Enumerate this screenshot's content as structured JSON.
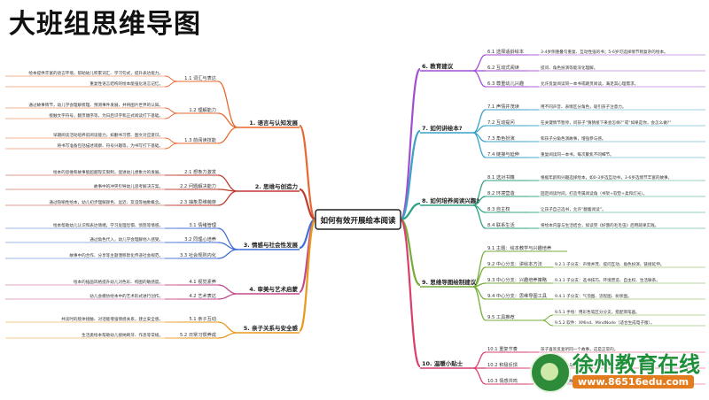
{
  "title": "大班组思维导图",
  "center": "如何有效开展绘本阅读",
  "watermark": {
    "name": "徐州教育在线",
    "url": "www.86516edu.com"
  },
  "left_branches": [
    {
      "label": "1. 语言与认知发展",
      "color": "#e9682f",
      "children": [
        {
          "label": "1.1 词汇与表达",
          "details": [
            "绘本提供丰富的语言环境，帮助幼儿积累词汇、学习句式，提升表达能力。",
            "重复性语言结构的绘本能强化语言记忆。"
          ]
        },
        {
          "label": "1.2 理解能力",
          "details": [
            "通过故事情节，幼儿学会理解梳理、预测事件发展，并将图片世界的认知。",
            "接触文字符号，翻页顺序等，为日后识字和正式阅读打下基础。"
          ]
        },
        {
          "label": "1.3 前阅读技能",
          "details": [
            "早期阅读活动培养前阅读能力，如翻书习惯、图文对应意识。",
            "将书写准备包括描述观察、符号兴趣等，为书写打下基础。"
          ]
        }
      ]
    },
    {
      "label": "2. 思维与创造力",
      "color": "#c03a2e",
      "children": [
        {
          "label": "2.1 想象力激发",
          "details": [
            "绘本的思维和故事能超越现实限制，促进幼儿想象力的发展。"
          ]
        },
        {
          "label": "2.2 问题解决能力",
          "details": [
            "故事中的冲突引导幼儿思考解决方案。"
          ]
        },
        {
          "label": "2.3 抽象思维萌芽",
          "details": [
            "通过隐喻性绘本，幼儿初步理解颜色、远近、友谊等抽象概念。"
          ]
        }
      ]
    },
    {
      "label": "3. 情感与社会性发展",
      "color": "#3f6fd6",
      "children": [
        {
          "label": "3.1 情绪管理",
          "details": [
            "绘本帮助幼儿认识和表达情绪，学习处理恐惧、愤怒等情感。"
          ]
        },
        {
          "label": "3.2 同理心培养",
          "details": [
            "通过角色代入，幼儿学会理解他人感受。"
          ]
        },
        {
          "label": "3.3 社会规则内化",
          "details": [
            "故事中的合作、分享等主题潜移默化传递社会规范。"
          ]
        }
      ]
    },
    {
      "label": "4. 审美与艺术启蒙",
      "color": "#c24a8f",
      "children": [
        {
          "label": "4.1 视觉素养",
          "details": [
            "绘本的插画风格提升幼儿对色彩、构图的敏感度。"
          ]
        },
        {
          "label": "4.2 艺术表达",
          "details": [
            "幼儿会模仿绘本中的艺术形式进行创作。"
          ]
        }
      ]
    },
    {
      "label": "5. 亲子关系与安全感",
      "color": "#e89a1c",
      "children": [
        {
          "label": "5.1 亲子互动",
          "details": [
            "共读时的肢体接触、对话能增强情感关系，建立安全感。"
          ]
        },
        {
          "label": "5.2 日常习惯养成",
          "details": [
            "生活类绘本帮助幼儿接纳刷牙、作息等常规。"
          ]
        }
      ]
    }
  ],
  "right_branches": [
    {
      "label": "6. 教育建议",
      "color": "#a24ed2",
      "children": [
        {
          "label": "6.1 选择适龄绘本",
          "details": [
            "3-4岁侧重叠句重复、互动性强的书；5-6岁可选择情节稍复杂的绘本。"
          ]
        },
        {
          "label": "6.2 互动式阅读",
          "details": [
            "提问、角色扮演等能深化理解。"
          ]
        },
        {
          "label": "6.3 尊重幼儿兴趣",
          "details": [
            "允许反复阅读同一本书或跳页阅读，满足其心理需求。"
          ]
        }
      ]
    },
    {
      "label": "7. 如何讲绘本?",
      "color": "#3aa0c8",
      "children": [
        {
          "label": "7.1 声情并茂读",
          "details": [
            "用不同声音、表情区分角色，吸引孩子注意力。"
          ]
        },
        {
          "label": "7.2 互动提问",
          "details": [
            "在关键情节暂停，问孩子“猜猜接下来会怎样?”或“如果是你，会怎么做?”"
          ]
        },
        {
          "label": "7.3 角色扮演",
          "details": [
            "和孩子分角色演故事，增强参与感。"
          ]
        },
        {
          "label": "7.4 链接与延伸",
          "details": [
            "重复阅读同一本书，每次聚焦不同细节。"
          ]
        }
      ]
    },
    {
      "label": "8. 如何培养阅读兴趣?",
      "color": "#2ea083",
      "children": [
        {
          "label": "8.1 选对书籍",
          "details": [
            "根据年龄和兴趣选择绘本，如0-3岁选互动书，3-6岁选情节丰富的故事。"
          ]
        },
        {
          "label": "8.2 环境营造",
          "details": [
            "固定阅读时间，打造专属阅读角（书架+软垫+柔和灯光）。"
          ]
        },
        {
          "label": "8.3 自主权",
          "details": [
            "让孩子自己选书，允许“翻着阅读”。"
          ]
        },
        {
          "label": "8.4 联系生活",
          "details": [
            "将绘本内容与生活结合，如读完《好饿的毛毛虫》后用蔬果实践。"
          ]
        }
      ]
    },
    {
      "label": "9. 思维导图绘制建议",
      "color": "#74ad3a",
      "children": [
        {
          "label": "9.1 主题：绘本教学与兴趣培养",
          "details": []
        },
        {
          "label": "9.2 中心分支：讲绘本方法",
          "details": [
            "9.2.1 子分支：声情并茂、提问互动、角色扮演、链接延伸。"
          ]
        },
        {
          "label": "9.3 中心分支：兴趣培养策略",
          "details": [
            "9.3.1 子分支：选书技巧、环境营造、自主权、生活联系。"
          ]
        },
        {
          "label": "9.4 中心分支：思维导图工具",
          "details": [
            "9.4.1 子分支：气泡图、流程图、树状图。"
          ]
        },
        {
          "label": "9.5 工具推荐",
          "details": [
            "9.5.1 手绘：用彩色笔区分分支，搭配简笔画。",
            "9.5.2 软件：XMind、MindNode（适合生成电子版）。"
          ]
        }
      ]
    },
    {
      "label": "10. 温暖小贴士",
      "color": "#d93f6a",
      "children": [
        {
          "label": "10.1 重复节奏",
          "details": [
            "孩子喜欢反复听同一个故事，这是正常的。"
          ]
        },
        {
          "label": "10.2 积极反馈",
          "details": [
            "表扬孩子的专注与参与。"
          ]
        },
        {
          "label": "10.3 情感共鸣",
          "details": [
            "和孩子一起感受故事中的情感。"
          ]
        }
      ]
    }
  ]
}
